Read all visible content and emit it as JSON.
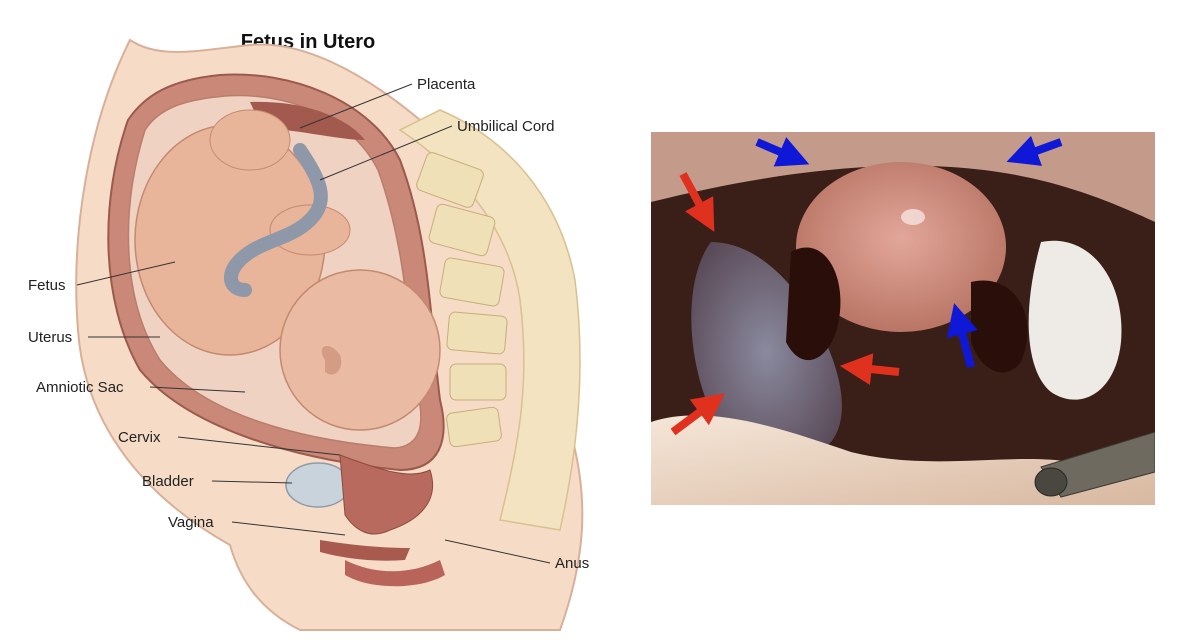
{
  "title": "Fetus in Utero",
  "labels": {
    "placenta": "Placenta",
    "umbilical_cord": "Umbilical Cord",
    "fetus": "Fetus",
    "uterus": "Uterus",
    "amniotic_sac": "Amniotic Sac",
    "cervix": "Cervix",
    "bladder": "Bladder",
    "vagina": "Vagina",
    "anus": "Anus"
  },
  "colors": {
    "title_text": "#111111",
    "label_text": "#222222",
    "leader_line": "#333333",
    "uterus_wall": "#c98878",
    "fetus_skin": "#e8b49a",
    "umbilical": "#8e98a8",
    "spine": "#f3e3c0",
    "arrow_red": "#e0301e",
    "arrow_blue": "#1018d8",
    "laparoscopy_bg": "#3a1e18"
  },
  "photo_annotations": {
    "red_arrow_count": 3,
    "blue_arrow_count": 3
  }
}
